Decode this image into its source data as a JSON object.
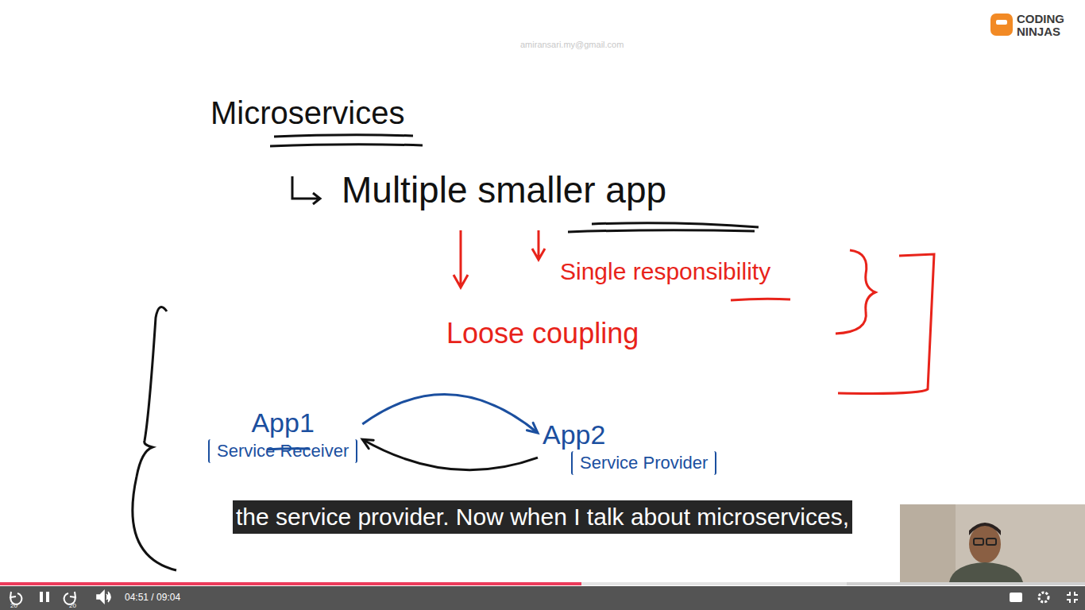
{
  "diagram": {
    "title": "Microservices",
    "nodes": [
      {
        "text": [
          "App1",
          "Service Receiver"
        ]
      },
      {
        "text": [
          "App2",
          "Service Provider"
        ]
      }
    ],
    "edges": [
      {
        "from": 0,
        "to": 1,
        "arrow": "to"
      },
      {
        "from": 1,
        "to": 0,
        "arrow": "to"
      }
    ],
    "labels": [
      "Multiple smaller app",
      "Single responsibility",
      "Loose coupling",
      "the service provider. Now when I talk about microservices,",
      "amiransari.my@gmail.com",
      "CODING",
      "NINJAS",
      "20",
      "20",
      "04:51 / 09:04"
    ]
  }
}
